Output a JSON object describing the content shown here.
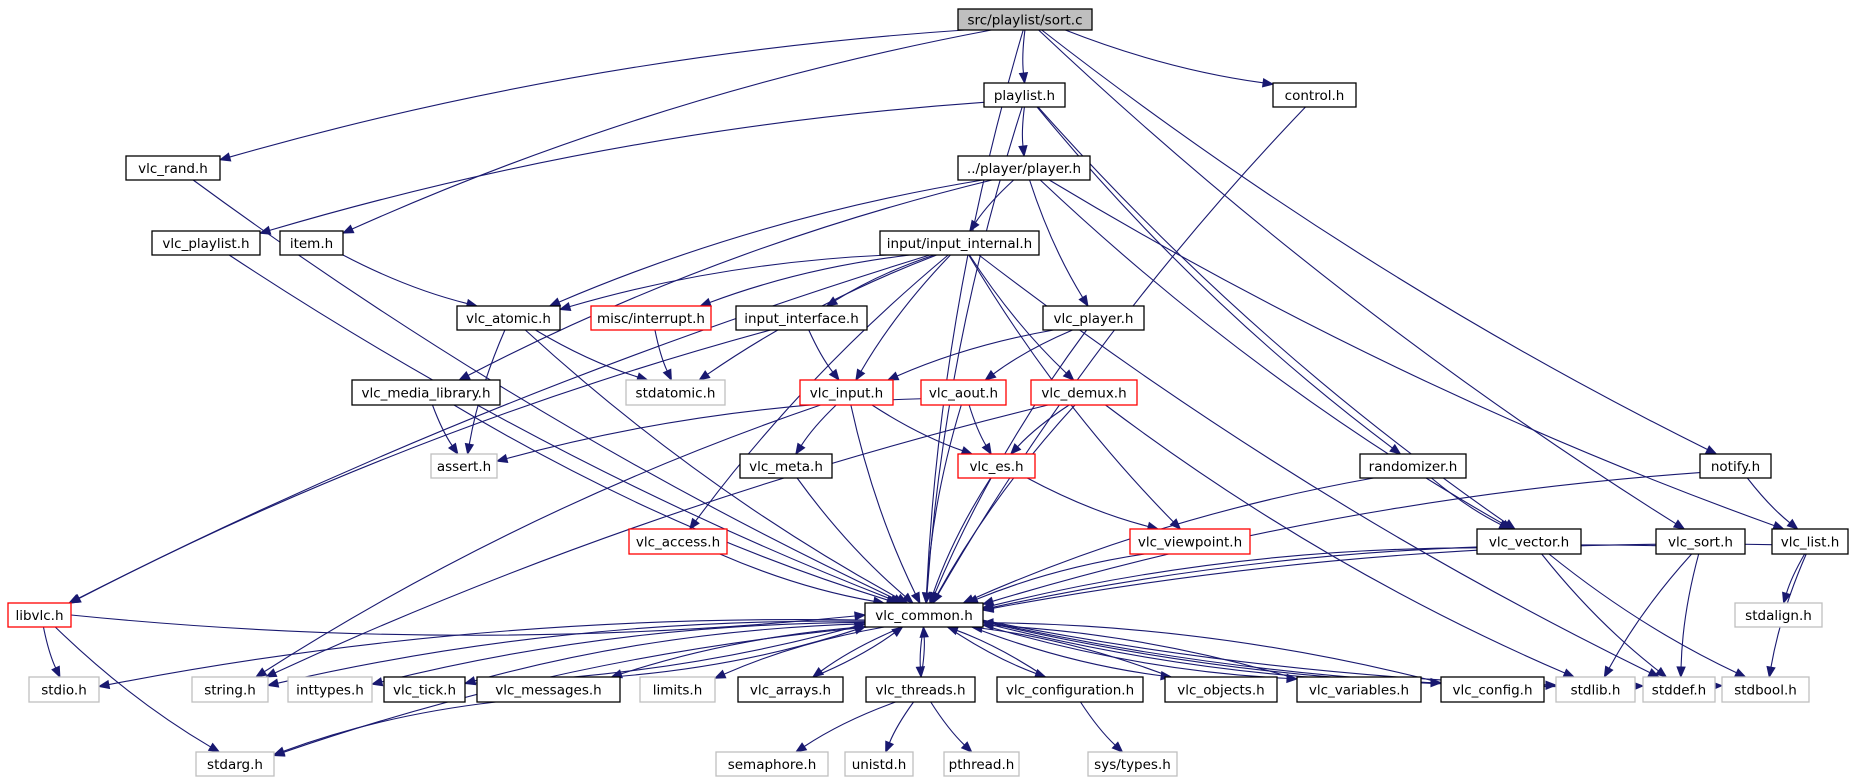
{
  "colors": {
    "edge": "#191970",
    "root_fill": "#bfbfbf",
    "node_border": "#000000",
    "linked_border_red": "#ff0000",
    "external_border": "#bfbfbf",
    "text": "#000000"
  },
  "nodes": {
    "root": {
      "label": "src/playlist/sort.c",
      "style": "root"
    },
    "playlist_h": {
      "label": "playlist.h",
      "style": "normal"
    },
    "control_h": {
      "label": "control.h",
      "style": "normal"
    },
    "vlc_rand_h": {
      "label": "vlc_rand.h",
      "style": "normal"
    },
    "player_h": {
      "label": "../player/player.h",
      "style": "normal"
    },
    "vlc_playlist_h": {
      "label": "vlc_playlist.h",
      "style": "normal"
    },
    "item_h": {
      "label": "item.h",
      "style": "normal"
    },
    "input_internal_h": {
      "label": "input/input_internal.h",
      "style": "normal"
    },
    "vlc_atomic_h": {
      "label": "vlc_atomic.h",
      "style": "normal"
    },
    "misc_interrupt_h": {
      "label": "misc/interrupt.h",
      "style": "red"
    },
    "input_interface_h": {
      "label": "input_interface.h",
      "style": "normal"
    },
    "vlc_player_h": {
      "label": "vlc_player.h",
      "style": "normal"
    },
    "stdatomic_h": {
      "label": "stdatomic.h",
      "style": "external"
    },
    "vlc_media_library_h": {
      "label": "vlc_media_library.h",
      "style": "normal"
    },
    "vlc_input_h": {
      "label": "vlc_input.h",
      "style": "red"
    },
    "vlc_aout_h": {
      "label": "vlc_aout.h",
      "style": "red"
    },
    "vlc_demux_h": {
      "label": "vlc_demux.h",
      "style": "red"
    },
    "assert_h": {
      "label": "assert.h",
      "style": "external"
    },
    "vlc_meta_h": {
      "label": "vlc_meta.h",
      "style": "normal"
    },
    "vlc_es_h": {
      "label": "vlc_es.h",
      "style": "red"
    },
    "randomizer_h": {
      "label": "randomizer.h",
      "style": "normal"
    },
    "notify_h": {
      "label": "notify.h",
      "style": "normal"
    },
    "vlc_access_h": {
      "label": "vlc_access.h",
      "style": "red"
    },
    "vlc_viewpoint_h": {
      "label": "vlc_viewpoint.h",
      "style": "red"
    },
    "vlc_vector_h": {
      "label": "vlc_vector.h",
      "style": "normal"
    },
    "vlc_sort_h": {
      "label": "vlc_sort.h",
      "style": "normal"
    },
    "vlc_list_h": {
      "label": "vlc_list.h",
      "style": "normal"
    },
    "libvlc_h": {
      "label": "libvlc.h",
      "style": "red"
    },
    "vlc_common_h": {
      "label": "vlc_common.h",
      "style": "normal"
    },
    "stdalign_h": {
      "label": "stdalign.h",
      "style": "external"
    },
    "stdio_h": {
      "label": "stdio.h",
      "style": "external"
    },
    "string_h": {
      "label": "string.h",
      "style": "external"
    },
    "inttypes_h": {
      "label": "inttypes.h",
      "style": "external"
    },
    "vlc_tick_h": {
      "label": "vlc_tick.h",
      "style": "normal"
    },
    "vlc_messages_h": {
      "label": "vlc_messages.h",
      "style": "normal"
    },
    "limits_h": {
      "label": "limits.h",
      "style": "external"
    },
    "vlc_arrays_h": {
      "label": "vlc_arrays.h",
      "style": "normal"
    },
    "vlc_threads_h": {
      "label": "vlc_threads.h",
      "style": "normal"
    },
    "vlc_configuration_h": {
      "label": "vlc_configuration.h",
      "style": "normal"
    },
    "vlc_objects_h": {
      "label": "vlc_objects.h",
      "style": "normal"
    },
    "vlc_variables_h": {
      "label": "vlc_variables.h",
      "style": "normal"
    },
    "vlc_config_h": {
      "label": "vlc_config.h",
      "style": "normal"
    },
    "stdlib_h": {
      "label": "stdlib.h",
      "style": "external"
    },
    "stddef_h": {
      "label": "stddef.h",
      "style": "external"
    },
    "stdbool_h": {
      "label": "stdbool.h",
      "style": "external"
    },
    "stdarg_h": {
      "label": "stdarg.h",
      "style": "external"
    },
    "semaphore_h": {
      "label": "semaphore.h",
      "style": "external"
    },
    "unistd_h": {
      "label": "unistd.h",
      "style": "external"
    },
    "pthread_h": {
      "label": "pthread.h",
      "style": "external"
    },
    "sys_types_h": {
      "label": "sys/types.h",
      "style": "external"
    }
  },
  "edges": [
    [
      "root",
      "playlist_h"
    ],
    [
      "root",
      "control_h"
    ],
    [
      "root",
      "vlc_rand_h"
    ],
    [
      "root",
      "item_h"
    ],
    [
      "root",
      "notify_h"
    ],
    [
      "root",
      "vlc_sort_h"
    ],
    [
      "root",
      "vlc_common_h"
    ],
    [
      "playlist_h",
      "player_h"
    ],
    [
      "playlist_h",
      "vlc_playlist_h"
    ],
    [
      "playlist_h",
      "randomizer_h"
    ],
    [
      "playlist_h",
      "vlc_vector_h"
    ],
    [
      "playlist_h",
      "vlc_common_h"
    ],
    [
      "control_h",
      "vlc_common_h"
    ],
    [
      "vlc_rand_h",
      "vlc_common_h"
    ],
    [
      "vlc_playlist_h",
      "vlc_common_h"
    ],
    [
      "item_h",
      "vlc_atomic_h"
    ],
    [
      "player_h",
      "input_internal_h"
    ],
    [
      "player_h",
      "vlc_player_h"
    ],
    [
      "player_h",
      "vlc_atomic_h"
    ],
    [
      "player_h",
      "vlc_media_library_h"
    ],
    [
      "player_h",
      "vlc_vector_h"
    ],
    [
      "player_h",
      "vlc_list_h"
    ],
    [
      "input_internal_h",
      "vlc_atomic_h"
    ],
    [
      "input_internal_h",
      "misc_interrupt_h"
    ],
    [
      "input_internal_h",
      "input_interface_h"
    ],
    [
      "input_internal_h",
      "stdatomic_h"
    ],
    [
      "input_internal_h",
      "vlc_input_h"
    ],
    [
      "input_internal_h",
      "vlc_demux_h"
    ],
    [
      "input_internal_h",
      "vlc_access_h"
    ],
    [
      "input_internal_h",
      "vlc_viewpoint_h"
    ],
    [
      "input_internal_h",
      "libvlc_h"
    ],
    [
      "input_internal_h",
      "stddef_h"
    ],
    [
      "vlc_atomic_h",
      "stdatomic_h"
    ],
    [
      "vlc_atomic_h",
      "assert_h"
    ],
    [
      "vlc_atomic_h",
      "vlc_common_h"
    ],
    [
      "misc_interrupt_h",
      "stdatomic_h"
    ],
    [
      "input_interface_h",
      "vlc_input_h"
    ],
    [
      "input_interface_h",
      "libvlc_h"
    ],
    [
      "vlc_player_h",
      "vlc_input_h"
    ],
    [
      "vlc_player_h",
      "vlc_aout_h"
    ],
    [
      "vlc_player_h",
      "vlc_common_h"
    ],
    [
      "vlc_media_library_h",
      "assert_h"
    ],
    [
      "vlc_media_library_h",
      "vlc_common_h"
    ],
    [
      "vlc_input_h",
      "vlc_meta_h"
    ],
    [
      "vlc_input_h",
      "vlc_es_h"
    ],
    [
      "vlc_input_h",
      "vlc_common_h"
    ],
    [
      "vlc_input_h",
      "string_h"
    ],
    [
      "vlc_aout_h",
      "assert_h"
    ],
    [
      "vlc_aout_h",
      "vlc_es_h"
    ],
    [
      "vlc_aout_h",
      "vlc_common_h"
    ],
    [
      "vlc_demux_h",
      "vlc_es_h"
    ],
    [
      "vlc_demux_h",
      "vlc_common_h"
    ],
    [
      "vlc_demux_h",
      "stdlib_h"
    ],
    [
      "vlc_demux_h",
      "string_h"
    ],
    [
      "vlc_meta_h",
      "vlc_common_h"
    ],
    [
      "vlc_es_h",
      "vlc_viewpoint_h"
    ],
    [
      "vlc_es_h",
      "vlc_common_h"
    ],
    [
      "vlc_access_h",
      "vlc_common_h"
    ],
    [
      "vlc_viewpoint_h",
      "vlc_common_h"
    ],
    [
      "randomizer_h",
      "vlc_vector_h"
    ],
    [
      "randomizer_h",
      "vlc_common_h"
    ],
    [
      "notify_h",
      "vlc_list_h"
    ],
    [
      "notify_h",
      "vlc_common_h"
    ],
    [
      "vlc_vector_h",
      "vlc_common_h"
    ],
    [
      "vlc_vector_h",
      "stddef_h"
    ],
    [
      "vlc_vector_h",
      "stdbool_h"
    ],
    [
      "vlc_sort_h",
      "vlc_common_h"
    ],
    [
      "vlc_sort_h",
      "stdlib_h"
    ],
    [
      "vlc_sort_h",
      "stddef_h"
    ],
    [
      "vlc_list_h",
      "vlc_common_h"
    ],
    [
      "vlc_list_h",
      "stdalign_h"
    ],
    [
      "vlc_list_h",
      "stdbool_h"
    ],
    [
      "libvlc_h",
      "stdio_h"
    ],
    [
      "libvlc_h",
      "stdarg_h"
    ],
    [
      "libvlc_h",
      "vlc_common_h"
    ],
    [
      "vlc_common_h",
      "stdio_h"
    ],
    [
      "vlc_common_h",
      "string_h"
    ],
    [
      "vlc_common_h",
      "inttypes_h"
    ],
    [
      "vlc_common_h",
      "vlc_tick_h"
    ],
    [
      "vlc_common_h",
      "vlc_messages_h"
    ],
    [
      "vlc_common_h",
      "limits_h"
    ],
    [
      "vlc_common_h",
      "vlc_arrays_h"
    ],
    [
      "vlc_common_h",
      "vlc_threads_h"
    ],
    [
      "vlc_common_h",
      "vlc_configuration_h"
    ],
    [
      "vlc_common_h",
      "vlc_objects_h"
    ],
    [
      "vlc_common_h",
      "vlc_variables_h"
    ],
    [
      "vlc_common_h",
      "vlc_config_h"
    ],
    [
      "vlc_common_h",
      "stdlib_h"
    ],
    [
      "vlc_common_h",
      "stddef_h"
    ],
    [
      "vlc_common_h",
      "stdbool_h"
    ],
    [
      "vlc_common_h",
      "stdarg_h"
    ],
    [
      "vlc_tick_h",
      "vlc_common_h"
    ],
    [
      "vlc_messages_h",
      "vlc_common_h"
    ],
    [
      "vlc_messages_h",
      "stdarg_h"
    ],
    [
      "vlc_arrays_h",
      "vlc_common_h"
    ],
    [
      "vlc_threads_h",
      "vlc_common_h"
    ],
    [
      "vlc_threads_h",
      "semaphore_h"
    ],
    [
      "vlc_threads_h",
      "unistd_h"
    ],
    [
      "vlc_threads_h",
      "pthread_h"
    ],
    [
      "vlc_configuration_h",
      "vlc_common_h"
    ],
    [
      "vlc_configuration_h",
      "sys_types_h"
    ],
    [
      "vlc_objects_h",
      "vlc_common_h"
    ],
    [
      "vlc_variables_h",
      "vlc_common_h"
    ],
    [
      "vlc_config_h",
      "vlc_common_h"
    ]
  ]
}
